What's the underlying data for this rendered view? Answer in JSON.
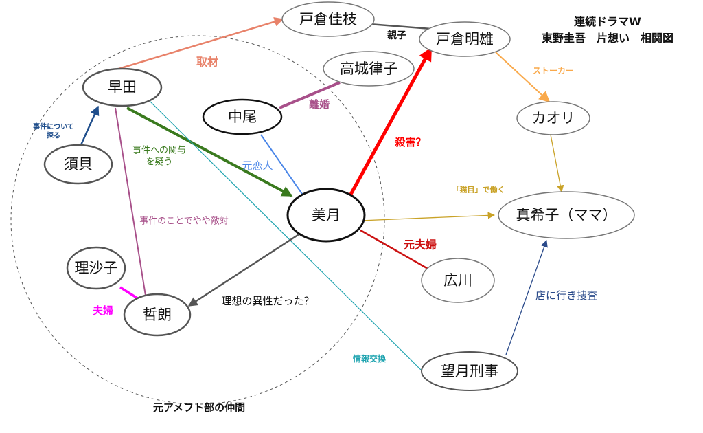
{
  "title": {
    "line1": "連続ドラマW",
    "line2": "東野圭吾　片想い　相関図"
  },
  "group_label": "元アメフト部の仲間",
  "nodes": [
    {
      "id": "kae",
      "name": "戸倉佳枝"
    },
    {
      "id": "akio",
      "name": "戸倉明雄"
    },
    {
      "id": "ritsuko",
      "name": "高城律子"
    },
    {
      "id": "hayata",
      "name": "早田"
    },
    {
      "id": "nakao",
      "name": "中尾"
    },
    {
      "id": "kaori",
      "name": "カオリ"
    },
    {
      "id": "sugai",
      "name": "須貝"
    },
    {
      "id": "mitsuki",
      "name": "美月"
    },
    {
      "id": "makiko",
      "name": "真希子（ママ）"
    },
    {
      "id": "hirokawa",
      "name": "広川"
    },
    {
      "id": "risako",
      "name": "理沙子"
    },
    {
      "id": "tetsuro",
      "name": "哲朗"
    },
    {
      "id": "mochizuki",
      "name": "望月刑事"
    }
  ],
  "edges": [
    {
      "id": "shuzai",
      "from": "hayata",
      "to": "kae",
      "label": [
        "取材"
      ],
      "color": "#e8826a",
      "arrow": true
    },
    {
      "id": "oyako",
      "from": "kae",
      "to": "akio",
      "label": [
        "親子"
      ],
      "color": "#555555",
      "arrow": false
    },
    {
      "id": "rikon",
      "from": "ritsuko",
      "to": "nakao",
      "label": [
        "離婚"
      ],
      "color": "#a8508a",
      "arrow": false
    },
    {
      "id": "saguru",
      "from": "sugai",
      "to": "hayata",
      "label": [
        "事件について",
        "探る"
      ],
      "color": "#1f4e8c",
      "arrow": true
    },
    {
      "id": "utagau",
      "from": "hayata",
      "to": "mitsuki",
      "label": [
        "事件への関与",
        "を疑う"
      ],
      "color": "#3a7a1e",
      "arrow": true
    },
    {
      "id": "motokoibito",
      "from": "nakao",
      "to": "mitsuki",
      "label": [
        "元恋人"
      ],
      "color": "#4a86e8",
      "arrow": false
    },
    {
      "id": "johokokan",
      "from": "hayata",
      "to": "mochizuki",
      "label": [
        "情報交換"
      ],
      "color": "#20a4b0",
      "arrow": false
    },
    {
      "id": "tekitai",
      "from": "hayata",
      "to": "tetsuro",
      "label": [
        "事件のことでやや敵対"
      ],
      "color": "#a8508a",
      "arrow": false
    },
    {
      "id": "satsugai",
      "from": "mitsuki",
      "to": "akio",
      "label": [
        "殺害？"
      ],
      "color": "#ff0000",
      "arrow": true
    },
    {
      "id": "stalker",
      "from": "akio",
      "to": "kaori",
      "label": [
        "ストーカー"
      ],
      "color": "#f9a94b",
      "arrow": true
    },
    {
      "id": "kaori_makiko",
      "from": "kaori",
      "to": "makiko",
      "label": [],
      "color": "#c9a227",
      "arrow": true
    },
    {
      "id": "nekome",
      "from": "mitsuki",
      "to": "makiko",
      "label": [
        "「猫目」で働く"
      ],
      "color": "#c9a227",
      "arrow": true
    },
    {
      "id": "motofufu",
      "from": "mitsuki",
      "to": "hirokawa",
      "label": [
        "元夫婦"
      ],
      "color": "#cc1111",
      "arrow": false
    },
    {
      "id": "riso",
      "from": "mitsuki",
      "to": "tetsuro",
      "label": [
        "理想の異性だった？"
      ],
      "color": "#555555",
      "arrow": true
    },
    {
      "id": "sosa",
      "from": "mochizuki",
      "to": "makiko",
      "label": [
        "店に行き捜査"
      ],
      "color": "#2a4a8a",
      "arrow": true
    },
    {
      "id": "fufu",
      "from": "risako",
      "to": "tetsuro",
      "label": [
        "夫婦"
      ],
      "color": "#ff00ff",
      "arrow": false
    }
  ]
}
